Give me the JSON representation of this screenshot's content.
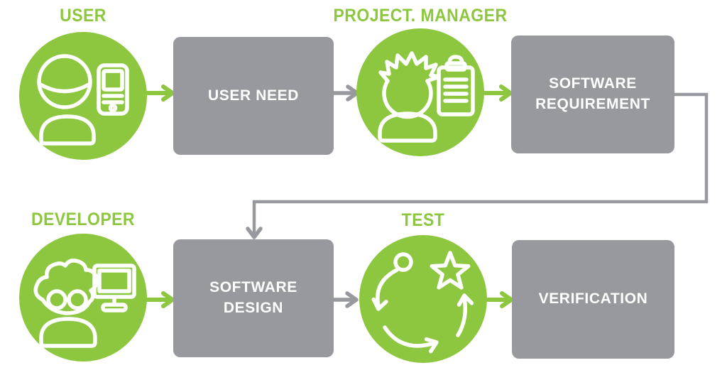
{
  "colors": {
    "green": "#8DC63F",
    "gray": "#97999E",
    "icon_stroke": "#FFFFFF",
    "box_text": "#FFFFFF"
  },
  "actors": {
    "user": {
      "label": "USER",
      "icon": "user-with-phone-icon"
    },
    "project_manager": {
      "label": "PROJECT. MANAGER",
      "icon": "person-with-clipboard-icon"
    },
    "developer": {
      "label": "DEVELOPER",
      "icon": "person-with-monitor-icon"
    },
    "test": {
      "label": "TEST",
      "icon": "cycle-with-star-icon"
    }
  },
  "stages": {
    "user_need": {
      "label": "USER NEED"
    },
    "software_requirement": {
      "label": "SOFTWARE\nREQUIREMENT"
    },
    "software_design": {
      "label": "SOFTWARE\nDESIGN"
    },
    "verification": {
      "label": "VERIFICATION"
    }
  },
  "connections": [
    {
      "from": "user",
      "to": "user_need",
      "color": "green"
    },
    {
      "from": "user_need",
      "to": "project_manager",
      "color": "gray"
    },
    {
      "from": "project_manager",
      "to": "software_requirement",
      "color": "green"
    },
    {
      "from": "software_requirement",
      "to": "software_design",
      "color": "gray",
      "style": "elbow"
    },
    {
      "from": "developer",
      "to": "software_design",
      "color": "green"
    },
    {
      "from": "software_design",
      "to": "test",
      "color": "gray"
    },
    {
      "from": "test",
      "to": "verification",
      "color": "green"
    }
  ]
}
